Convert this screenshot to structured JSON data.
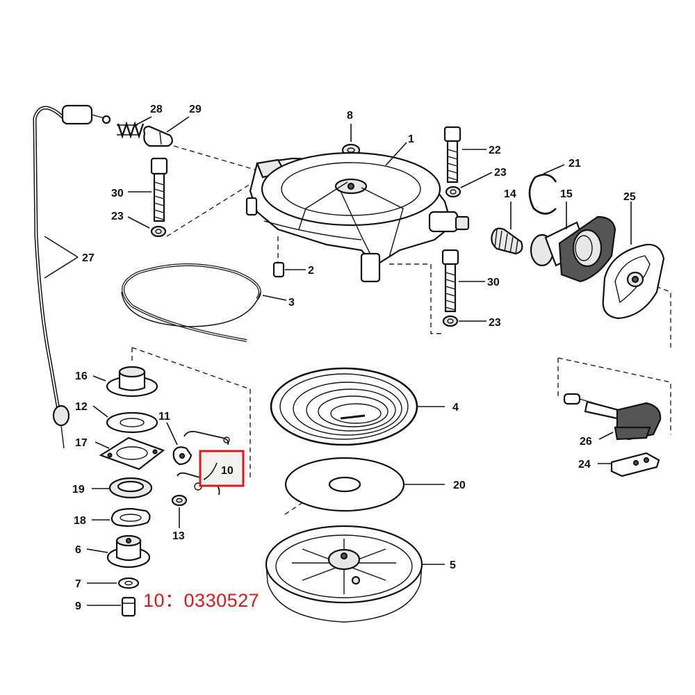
{
  "labels": {
    "l1": "1",
    "l2": "2",
    "l3": "3",
    "l4": "4",
    "l5": "5",
    "l6": "6",
    "l7": "7",
    "l8": "8",
    "l9": "9",
    "l10": "10",
    "l11": "11",
    "l12": "12",
    "l13": "13",
    "l14": "14",
    "l15": "15",
    "l16": "16",
    "l17": "17",
    "l18": "18",
    "l19": "19",
    "l20": "20",
    "l21": "21",
    "l22": "22",
    "l23a": "23",
    "l23b": "23",
    "l23c": "23",
    "l24": "24",
    "l25": "25",
    "l26": "26",
    "l27": "27",
    "l28": "28",
    "l29": "29",
    "l30a": "30",
    "l30b": "30"
  },
  "callout": {
    "text": "10：0330527",
    "highlight_color": "#e0161b"
  }
}
